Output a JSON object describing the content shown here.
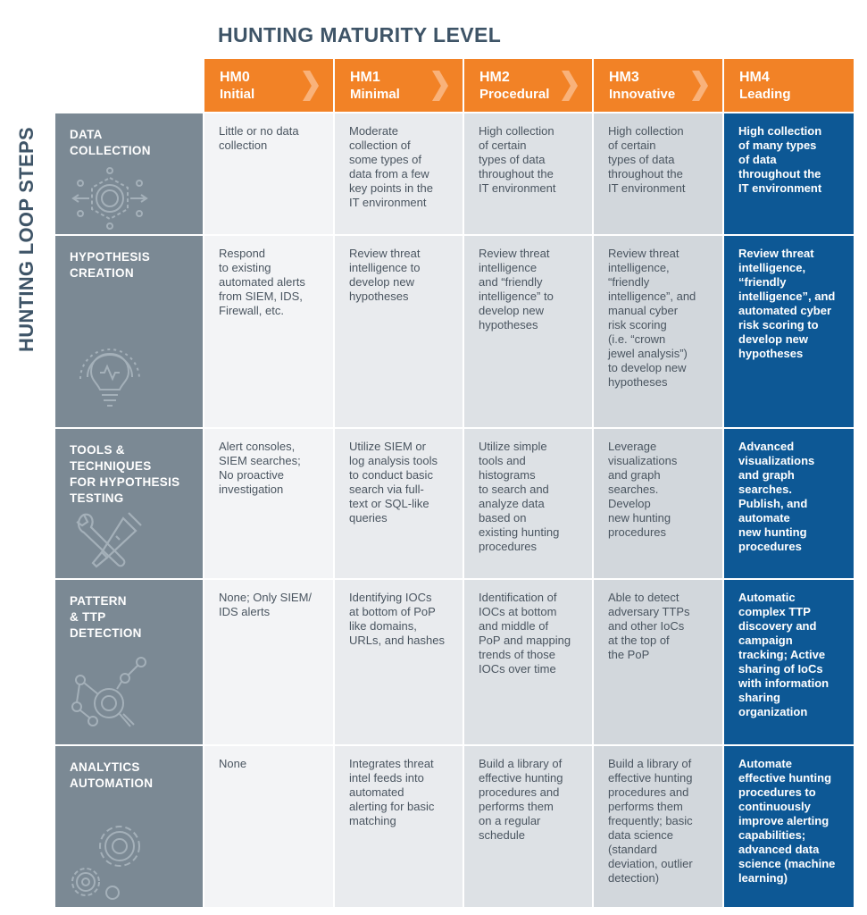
{
  "title": "HUNTING MATURITY LEVEL",
  "side_title": "HUNTING LOOP STEPS",
  "levels": [
    {
      "code": "HM0",
      "name": "Initial"
    },
    {
      "code": "HM1",
      "name": "Minimal"
    },
    {
      "code": "HM2",
      "name": "Procedural"
    },
    {
      "code": "HM3",
      "name": "Innovative"
    },
    {
      "code": "HM4",
      "name": "Leading"
    }
  ],
  "steps": [
    {
      "label": "DATA\nCOLLECTION",
      "icon": "data-collection-icon",
      "cells": [
        "Little or no data\ncollection",
        "Moderate\ncollection of\nsome types of\ndata from a few\nkey points in the\nIT environment",
        "High collection\nof certain\ntypes of data\nthroughout the\nIT environment",
        "High collection\nof certain\ntypes of data\nthroughout the\nIT environment",
        "High collection\nof many types\nof data\nthroughout the\nIT environment"
      ]
    },
    {
      "label": "HYPOTHESIS\nCREATION",
      "icon": "lightbulb-icon",
      "cells": [
        "Respond\nto  existing\nautomated alerts\nfrom SIEM, IDS,\nFirewall, etc.",
        "Review threat\nintelligence to\ndevelop new\nhypotheses",
        "Review threat\nintelligence\nand “friendly\nintelligence” to\ndevelop new\nhypotheses",
        "Review threat\nintelligence,\n“friendly\nintelligence”, and\nmanual cyber\nrisk scoring\n(i.e. “crown\njewel analysis”)\nto develop new\nhypotheses",
        "Review threat\nintelligence,\n“friendly\nintelligence”, and\nautomated cyber\nrisk scoring to\ndevelop new\nhypotheses"
      ]
    },
    {
      "label": "TOOLS &\nTECHNIQUES\nFOR HYPOTHESIS\nTESTING",
      "icon": "wrench-screwdriver-icon",
      "cells": [
        "Alert consoles,\nSIEM searches;\nNo proactive\ninvestigation",
        "Utilize SIEM or\nlog analysis tools\nto conduct basic\nsearch via full-\ntext or SQL-like\nqueries",
        "Utilize simple\ntools and\nhistograms\nto search and\nanalyze data\nbased on\nexisting hunting\nprocedures",
        "Leverage\nvisualizations\nand graph\nsearches.\nDevelop\nnew hunting\nprocedures",
        "Advanced\nvisualizations\nand graph\nsearches.\nPublish, and\nautomate\nnew hunting\nprocedures"
      ]
    },
    {
      "label": "PATTERN\n& TTP\nDETECTION",
      "icon": "pattern-search-icon",
      "cells": [
        "None; Only SIEM/\nIDS alerts",
        "Identifying IOCs\nat bottom of PoP\nlike domains,\nURLs, and hashes",
        "Identification of\nIOCs at bottom\nand middle of\nPoP and mapping\ntrends of those\nIOCs over time",
        "Able to detect\nadversary TTPs\nand other IoCs\nat the top of\nthe PoP",
        "Automatic\ncomplex TTP\ndiscovery and\ncampaign\ntracking; Active\nsharing of IoCs\nwith information\nsharing\norganization"
      ]
    },
    {
      "label": "ANALYTICS\nAUTOMATION",
      "icon": "gears-icon",
      "cells": [
        "None",
        "Integrates threat\nintel feeds into\nautomated\nalerting for basic\nmatching",
        "Build a library of\neffective hunting\nprocedures and\nperforms them\non a regular\nschedule",
        "Build a library of\neffective hunting\nprocedures and\nperforms them\nfrequently; basic\ndata science\n(standard\ndeviation, outlier\ndetection)",
        "Automate\neffective hunting\nprocedures to\ncontinuously\nimprove alerting\ncapabilities;\nadvanced data\nscience (machine\nlearning)"
      ]
    }
  ],
  "colors": {
    "header_orange": "#f28226",
    "step_gray": "#7b8994",
    "hm4_blue": "#0d5895",
    "title_slate": "#3e5467"
  }
}
